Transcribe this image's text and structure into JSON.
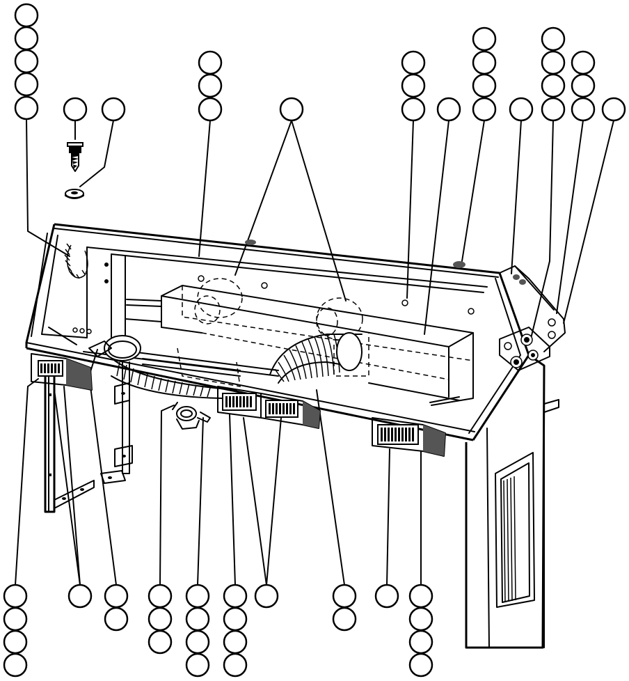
{
  "figure": {
    "type": "exploded-parts-diagram",
    "stroke_color": "#000000",
    "background_color": "#ffffff",
    "callout_bubbles": [
      {
        "column": "top-left",
        "count": 5,
        "label": ""
      },
      {
        "column": "top-screw",
        "count": 1,
        "label": ""
      },
      {
        "column": "top-washer",
        "count": 1,
        "label": ""
      },
      {
        "column": "top-frame",
        "count": 3,
        "label": ""
      },
      {
        "column": "top-center-ducts",
        "count": 1,
        "label": ""
      },
      {
        "column": "top-right-1",
        "count": 3,
        "label": ""
      },
      {
        "column": "top-right-2",
        "count": 1,
        "label": ""
      },
      {
        "column": "top-right-3",
        "count": 4,
        "label": ""
      },
      {
        "column": "top-right-4",
        "count": 1,
        "label": ""
      },
      {
        "column": "top-right-5",
        "count": 4,
        "label": ""
      },
      {
        "column": "top-right-6",
        "count": 3,
        "label": ""
      },
      {
        "column": "top-right-7",
        "count": 1,
        "label": ""
      },
      {
        "column": "bottom-1",
        "count": 4,
        "label": ""
      },
      {
        "column": "bottom-2",
        "count": 1,
        "label": ""
      },
      {
        "column": "bottom-3",
        "count": 2,
        "label": ""
      },
      {
        "column": "bottom-4",
        "count": 3,
        "label": ""
      },
      {
        "column": "bottom-5",
        "count": 4,
        "label": ""
      },
      {
        "column": "bottom-6",
        "count": 4,
        "label": ""
      },
      {
        "column": "bottom-7",
        "count": 1,
        "label": ""
      },
      {
        "column": "bottom-8",
        "count": 2,
        "label": ""
      },
      {
        "column": "bottom-9",
        "count": 1,
        "label": ""
      },
      {
        "column": "bottom-10",
        "count": 4,
        "label": ""
      }
    ]
  }
}
